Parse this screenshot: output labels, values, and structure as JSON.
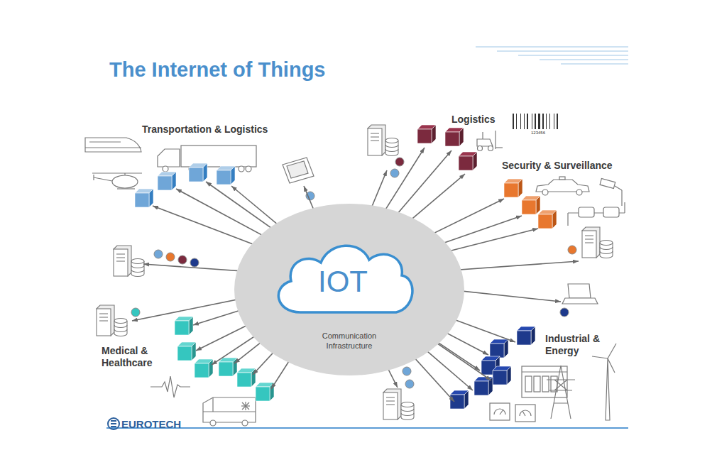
{
  "diagram": {
    "title": "The Internet of Things",
    "nodes": [
      {
        "text": [
          "Communication Infrastructure"
        ]
      },
      {
        "text": [
          "IOT"
        ],
        "in": 0
      }
    ],
    "labels": [
      "Transportation & Logistics",
      "Logistics",
      "Security & Surveillance",
      "Medical & Healthcare",
      "Industrial & Energy",
      "123456",
      "EUROTECH"
    ]
  }
}
